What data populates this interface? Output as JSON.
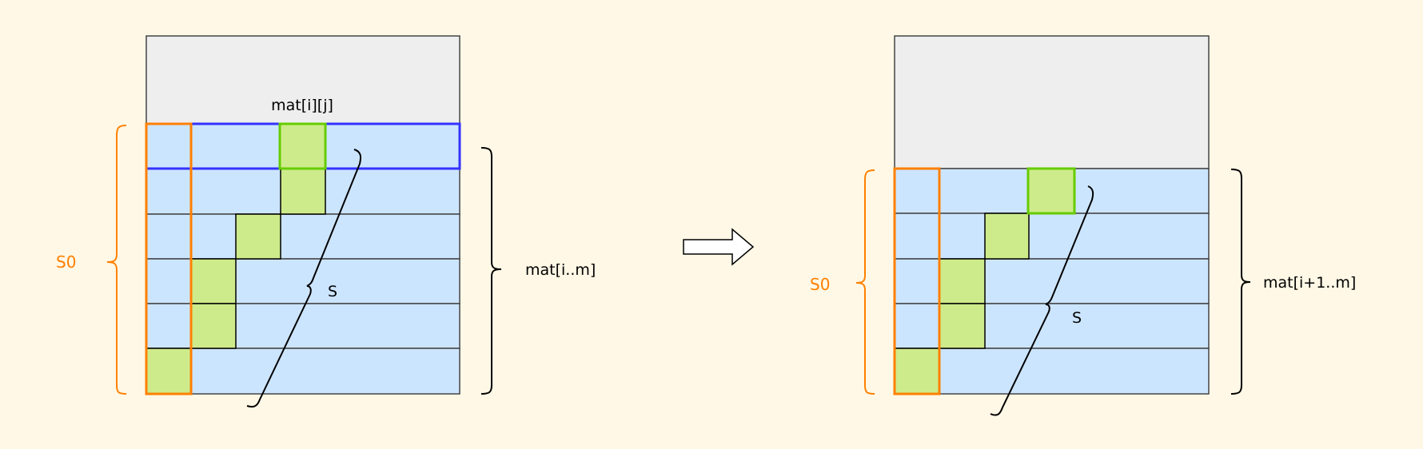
{
  "left": {
    "cell_label": "mat[i][j]",
    "s0_label": "S0",
    "s_label": "S",
    "range_label": "mat[i..m]"
  },
  "right": {
    "s0_label": "S0",
    "s_label": "S",
    "range_label": "mat[i+1..m]"
  },
  "colors": {
    "background": "#fff8e6",
    "unused_region": "#eeeeee",
    "rows": "#cce5ff",
    "path_cells": "#cdeb8b",
    "s0_highlight": "#ff8000",
    "row_highlight": "#3333ff",
    "cell_highlight": "#66cc00"
  }
}
